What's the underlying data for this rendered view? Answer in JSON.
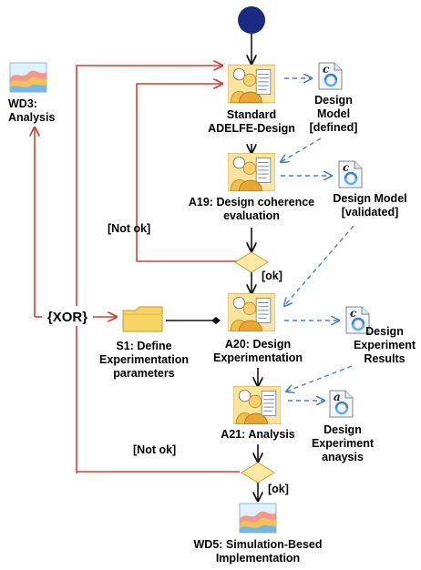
{
  "colors": {
    "start_node": "#1a2a80",
    "flow_red": "#c9463c",
    "flow_black": "#111111",
    "dashed_blue": "#4a7fc8",
    "decision_fill": "#fbe9a4",
    "decision_stroke": "#c8a235"
  },
  "icons": {
    "workflow_product": "wave-chart-icon",
    "activity": "activity-workers-icon",
    "artifact": "document-cycle-icon",
    "step": "step-folder-icon",
    "decision": "diamond-decision-icon"
  },
  "nodes": {
    "wd3": {
      "line1": "WD3:",
      "line2": "Analysis"
    },
    "standard": {
      "line1": "Standard",
      "line2": "ADELFE-Design"
    },
    "design_model_defined": {
      "line1": "Design",
      "line2": "Model",
      "line3": "[defined]",
      "glyph": "c"
    },
    "a19": {
      "line1": "A19: Design coherence",
      "line2": "evaluation"
    },
    "design_model_validated": {
      "line1": "Design Model",
      "line2": "[validated]",
      "glyph": "c"
    },
    "xor": "{XOR}",
    "s1": {
      "line1": "S1: Define",
      "line2": "Experimentation",
      "line3": "parameters"
    },
    "a20": {
      "line1": "A20: Design",
      "line2": "Experimentation"
    },
    "design_experiment_results": {
      "line1": "Design",
      "line2": "Experiment",
      "line3": "Results",
      "glyph": "c"
    },
    "a21": {
      "line1": "A21: Analysis"
    },
    "design_experiment_analysis": {
      "line1": "Design",
      "line2": "Experiment",
      "line3": "anaysis",
      "glyph": "a"
    },
    "wd5": {
      "line1": "WD5: Simulation-Besed",
      "line2": "Implementation"
    }
  },
  "guards": {
    "not_ok_1": "[Not ok]",
    "ok_1": "[ok]",
    "not_ok_2": "[Not ok]",
    "ok_2": "[ok]"
  }
}
